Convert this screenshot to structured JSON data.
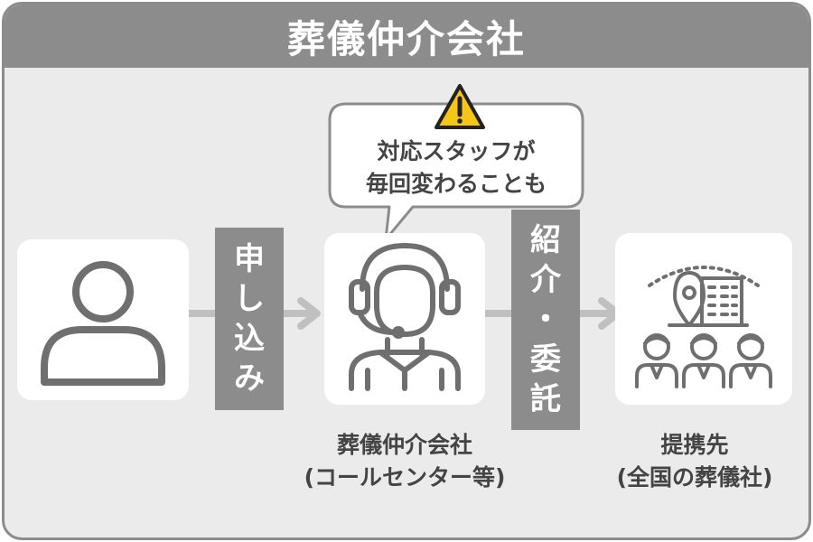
{
  "header": {
    "title": "葬儀仲介会社"
  },
  "steps": {
    "apply": [
      "申",
      "し",
      "込",
      "み"
    ],
    "refer": [
      "紹",
      "介",
      "・",
      "委",
      "託"
    ]
  },
  "bubble": {
    "line1": "対応スタッフが",
    "line2": "毎回変わることも"
  },
  "captions": {
    "broker_line1": "葬儀仲介会社",
    "broker_line2": "(コールセンター等)",
    "partner_line1": "提携先",
    "partner_line2": "(全国の葬儀社)"
  },
  "icons": {
    "customer": "person-icon",
    "broker": "headset-operator-icon",
    "partner": "map-pin-building-people-icon",
    "warning": "warning-icon"
  },
  "colors": {
    "header": "#8c8c8c",
    "panel": "#ebebeb",
    "card": "#ffffff",
    "icon_stroke": "#6f6f6f",
    "warning": "#f5c518",
    "arrow": "#c0c0c0"
  }
}
